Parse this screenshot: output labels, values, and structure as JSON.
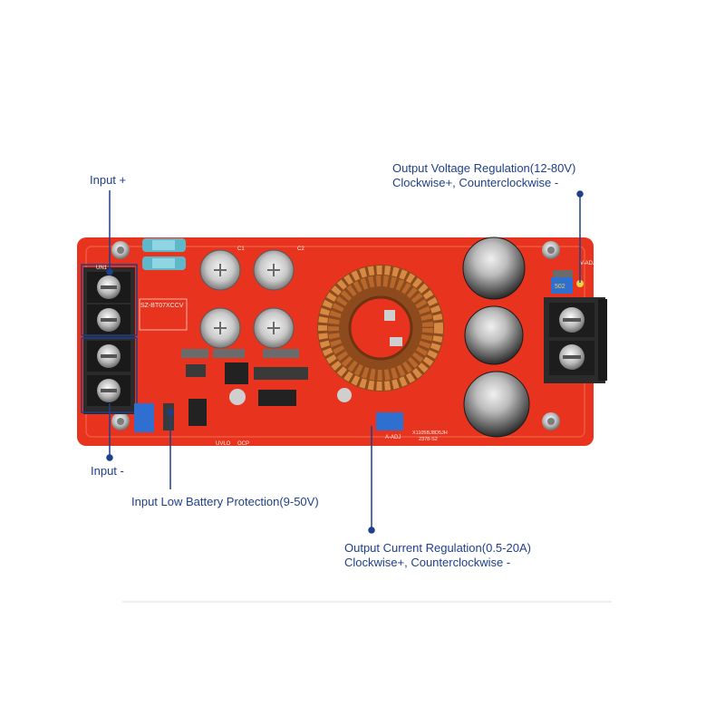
{
  "callouts": {
    "input_plus": "Input +",
    "input_minus": "Input -",
    "low_battery": "Input Low Battery Protection(9-50V)",
    "voltage_title": "Output Voltage Regulation(12-80V)",
    "voltage_dir": "Clockwise+, Counterclockwise -",
    "current_title": "Output Current Regulation(0.5-20A)",
    "current_dir": "Clockwise+, Counterclockwise -"
  },
  "board": {
    "model": "SZ-BT07XCCV",
    "terminal_label": "UN1",
    "cap_c1": "C1",
    "cap_c2": "C2",
    "pot_voltage": "V-ADJ",
    "pot_current": "A-ADJ",
    "pot_code": "502",
    "pcb_code_1": "X1105BJ8D5JH",
    "pcb_code_2": "2378-S2",
    "uvlo": "UVLO",
    "ocp": "OCP"
  },
  "colors": {
    "pcb": "#e8331f",
    "callout_text": "#1f3f8a",
    "leader_line": "#1f3f8a",
    "copper": "#b8682c",
    "fuse": "#5fb8c9",
    "potentiometer": "#2f6fd0"
  }
}
